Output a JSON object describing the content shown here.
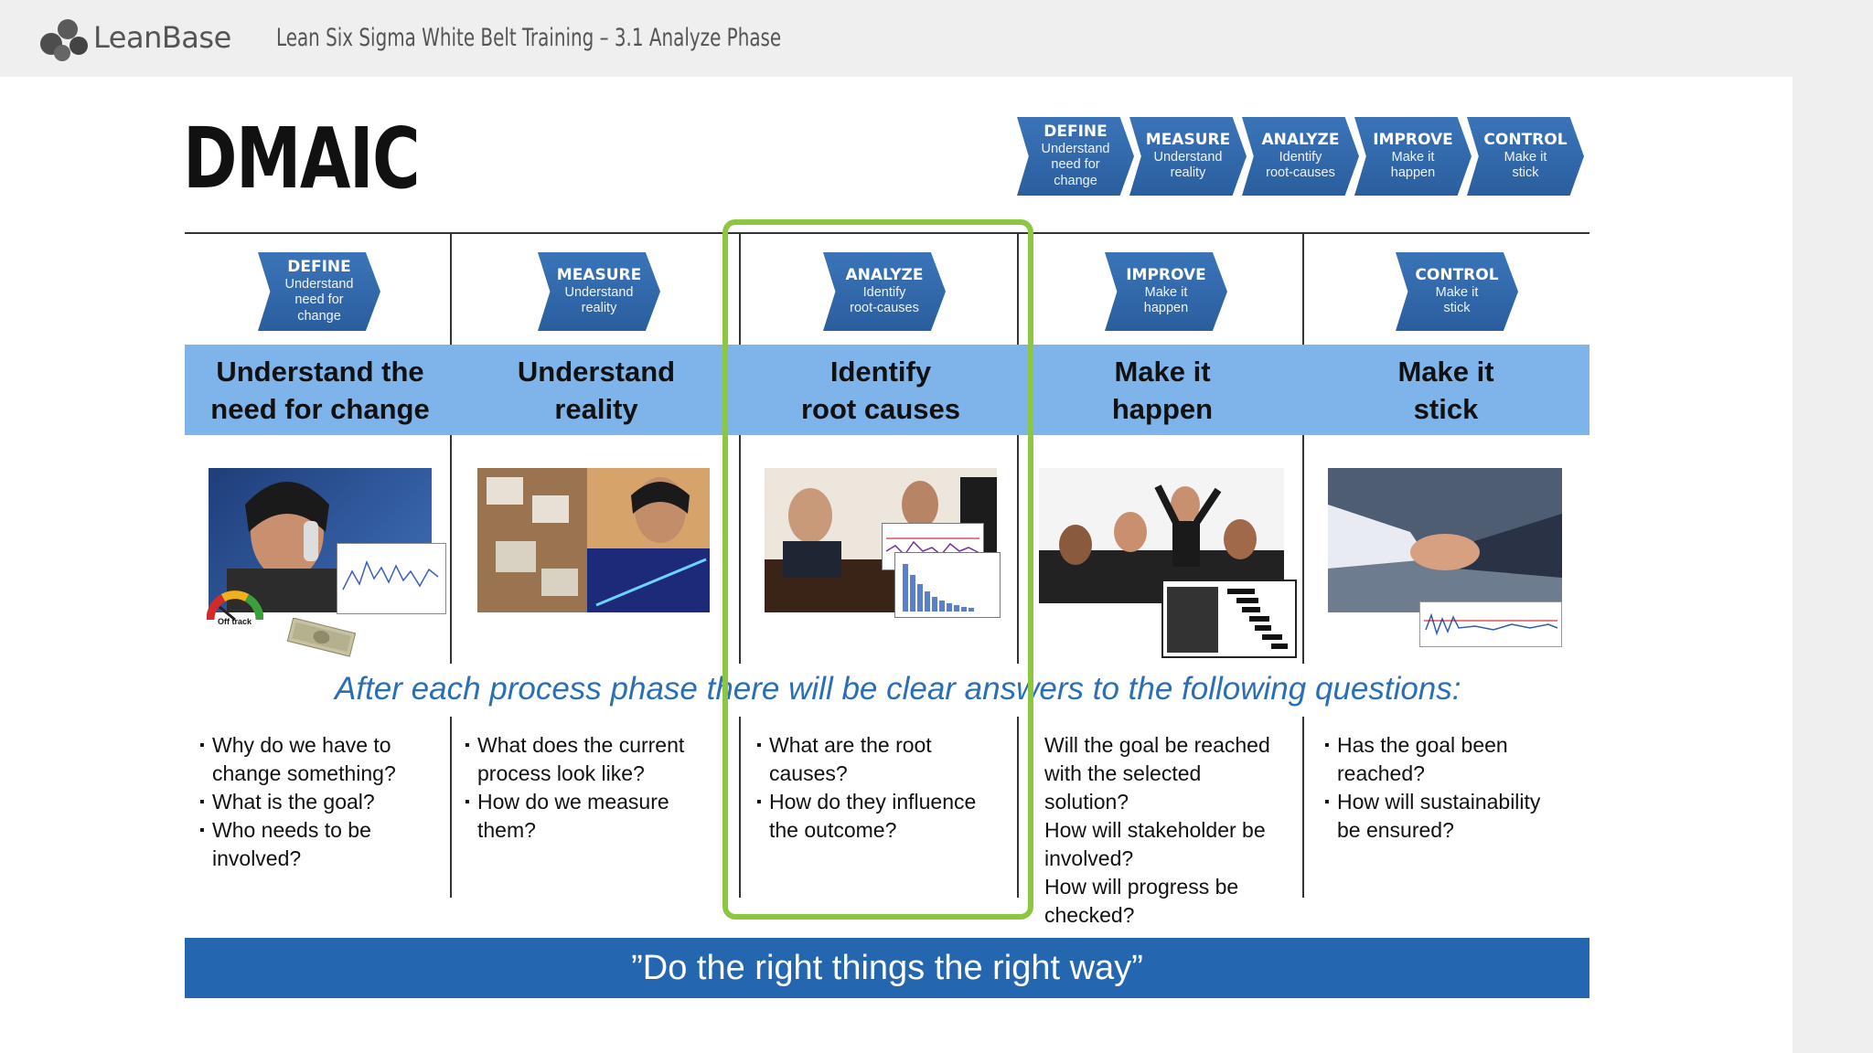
{
  "header": {
    "logo_text": "LeanBase",
    "course_title": "Lean Six Sigma White Belt Training – 3.1 Analyze Phase"
  },
  "slide": {
    "title": "DMAIC",
    "phases": [
      {
        "name": "DEFINE",
        "sub": "Understand need for change",
        "sub_lines": [
          "Understand",
          "need for",
          "change"
        ],
        "band_lines": [
          "Understand the",
          "need for change"
        ],
        "questions": [
          {
            "bullet": true,
            "lines": [
              "Why do we have to",
              "change something?"
            ]
          },
          {
            "bullet": true,
            "lines": [
              "What is the goal?"
            ]
          },
          {
            "bullet": true,
            "lines": [
              "Who needs to be",
              "involved?"
            ]
          }
        ]
      },
      {
        "name": "MEASURE",
        "sub": "Understand reality",
        "sub_lines": [
          "Understand",
          "reality"
        ],
        "band_lines": [
          "Understand",
          "reality"
        ],
        "questions": [
          {
            "bullet": true,
            "lines": [
              "What does the current",
              "process look like?"
            ]
          },
          {
            "bullet": true,
            "lines": [
              "How do we measure",
              "them?"
            ]
          }
        ]
      },
      {
        "name": "ANALYZE",
        "sub": "Identify root-causes",
        "sub_lines": [
          "Identify",
          "root-causes"
        ],
        "band_lines": [
          "Identify",
          "root causes"
        ],
        "questions": [
          {
            "bullet": true,
            "lines": [
              "What are the root",
              "causes?"
            ]
          },
          {
            "bullet": true,
            "lines": [
              "How do they influence",
              "the outcome?"
            ]
          }
        ]
      },
      {
        "name": "IMPROVE",
        "sub": "Make it happen",
        "sub_lines": [
          "Make it",
          "happen"
        ],
        "band_lines": [
          "Make it",
          "happen"
        ],
        "questions": [
          {
            "bullet": false,
            "lines": [
              "Will the goal be reached",
              "with the selected",
              "solution?"
            ]
          },
          {
            "bullet": false,
            "lines": [
              "How will stakeholder be",
              "involved?"
            ]
          },
          {
            "bullet": false,
            "lines": [
              "How will progress be",
              "checked?"
            ]
          }
        ]
      },
      {
        "name": "CONTROL",
        "sub": "Make it stick",
        "sub_lines": [
          "Make it",
          "stick"
        ],
        "band_lines": [
          "Make it",
          "stick"
        ],
        "questions": [
          {
            "bullet": true,
            "lines": [
              "Has the goal been",
              "reached?"
            ]
          },
          {
            "bullet": true,
            "lines": [
              "How will sustainability",
              "be ensured?"
            ]
          }
        ]
      }
    ],
    "subheading": "After each process phase there will be clear answers to the following questions:",
    "gauge_label": "Off track",
    "footer_quote": "”Do the right things the right way”",
    "highlighted_phase": "ANALYZE"
  },
  "colors": {
    "chevron_blue": "#2f67a8",
    "band_blue": "#7fb4ea",
    "footer_blue": "#2466b0",
    "highlight_green": "#8dc63f",
    "subheading_blue": "#2a6fb6"
  }
}
